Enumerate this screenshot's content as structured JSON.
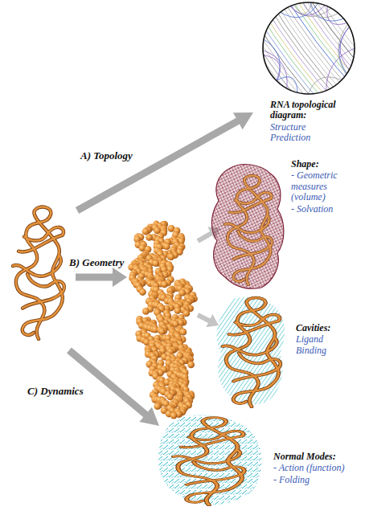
{
  "diagram": {
    "labels": [
      "RNA topological diagram:",
      "Structure Prediction",
      "A) Topology",
      "Shape:",
      "- Geometric measures (volume)",
      "- Solvation",
      "B) Geometry",
      "Cavities:",
      "Ligand Binding",
      "C) Dynamics",
      "Normal Modes:",
      "- Action (function)",
      "- Folding"
    ]
  }
}
